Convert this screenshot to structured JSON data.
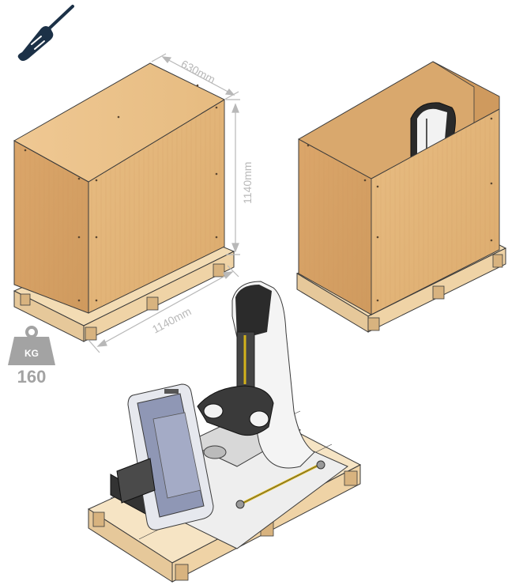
{
  "icons": {
    "tool": "screwdriver-icon",
    "weight": "weight-icon"
  },
  "dimensions": {
    "depth": "630mm",
    "height": "1140mm",
    "width": "1140mm"
  },
  "weight": {
    "unit": "KG",
    "value": "160"
  },
  "colors": {
    "wood": "#e3b67b",
    "wood_dark": "#c99358",
    "pallet": "#f3dcb4",
    "outline": "#3a3a3a",
    "dimension": "#b8b8b8",
    "weight_icon": "#a3a3a3",
    "tool_icon": "#1c3147",
    "machine_panel": "#8f97b5"
  }
}
